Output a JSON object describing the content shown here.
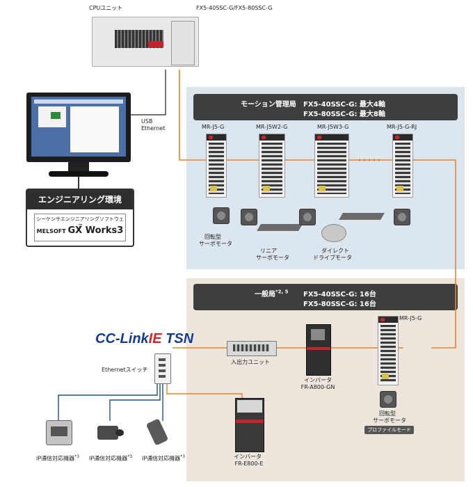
{
  "top": {
    "cpu_label": "CPUユニット",
    "model_label": "FX5-40SSC-G/FX5-80SSC-G",
    "usb_label": "USB",
    "ethernet_label": "Ethernet"
  },
  "engineering": {
    "title": "エンジニアリング環境",
    "subtitle": "シーケンサエンジニアリングソフトウェア",
    "product_prefix": "MELSOFT",
    "product_name": "GX Works3"
  },
  "motion": {
    "header_title": "モーション管理局",
    "header_line1": "FX5-40SSC-G: 最大4軸",
    "header_line2": "FX5-80SSC-G: 最大8軸",
    "drives": [
      "MR-J5-G",
      "MR-J5W2-G",
      "MR-J5W3-G",
      "MR-J5-G-RJ"
    ],
    "motor_rotary": [
      "回転型",
      "サーボモータ"
    ],
    "motor_linear": [
      "リニア",
      "サーボモータ"
    ],
    "motor_direct": [
      "ダイレクト",
      "ドライブモータ"
    ]
  },
  "general": {
    "header_title": "一般局",
    "header_sup": "*2, 5",
    "header_line1": "FX5-40SSC-G: 16台",
    "header_line2": "FX5-80SSC-G: 16台",
    "io_unit": "入出力ユニット",
    "inverter_a": [
      "インバータ",
      "FR-A800-GN"
    ],
    "drive": "MR-J5-G",
    "motor": [
      "回転型",
      "サーボモータ"
    ],
    "profile_tag": "プロファイルモード",
    "inverter_e": [
      "インバータ",
      "FR-E800-E"
    ]
  },
  "network": {
    "logo_part1": "CC-Link",
    "logo_part2": "IE",
    "logo_part3": "TSN",
    "switch_label": "Ethernetスイッチ",
    "ip_device": "IP通信対応機器",
    "ip_sup": "*3"
  },
  "colors": {
    "orange": "#e8832a",
    "blue": "#1c4f8a",
    "motion_bg": "#dbe6ee",
    "general_bg": "#ece6dd"
  }
}
